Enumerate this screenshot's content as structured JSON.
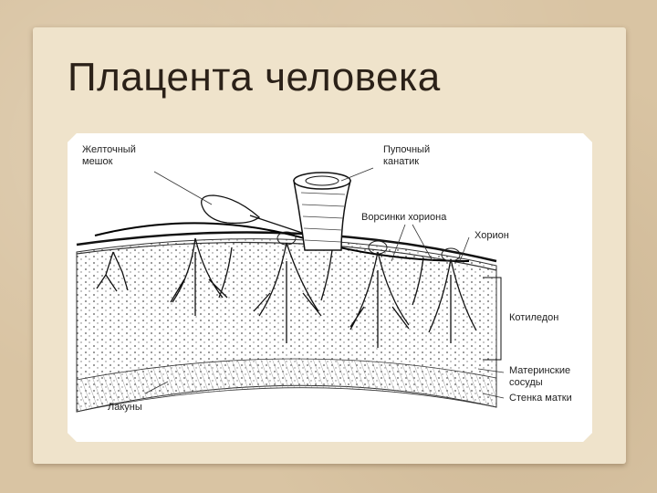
{
  "title": "Плацента человека",
  "labels": {
    "yolk_sac_line1": "Желточный",
    "yolk_sac_line2": "мешок",
    "umbilical_line1": "Пупочный",
    "umbilical_line2": "канатик",
    "villi": "Ворсинки хориона",
    "chorion": "Хорион",
    "cotyledon": "Котиледон",
    "maternal_line1": "Материнские",
    "maternal_line2": "сосуды",
    "uterine_wall": "Стенка матки",
    "lacunae": "Лакуны"
  },
  "colors": {
    "background": "#d9c4a3",
    "card": "#efe3cb",
    "ink": "#222222"
  }
}
